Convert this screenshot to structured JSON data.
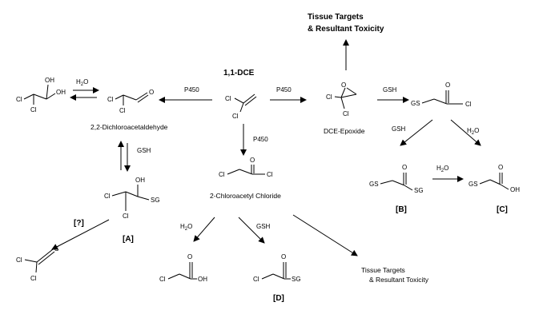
{
  "heading": {
    "line1": "Tissue Targets",
    "line2": "& Resultant Toxicity"
  },
  "compounds": {
    "dce": "1,1-DCE",
    "dichloroacetaldehyde": "2,2-Dichloroacetaldehyde",
    "dce_epoxide": "DCE-Epoxide",
    "chloroacetyl_chloride": "2-Chloroacetyl Chloride"
  },
  "reagents": {
    "p450": "P450",
    "h2o": "H",
    "h2o_sub": "2",
    "h2o_o": "O",
    "gsh": "GSH"
  },
  "atoms": {
    "cl": "Cl",
    "o": "O",
    "oh": "OH",
    "sg": "SG",
    "gs": "GS",
    "s": "S"
  },
  "labels": {
    "a": "[A]",
    "b": "[B]",
    "c": "[C]",
    "d": "[D]",
    "unknown": "[?]"
  },
  "tissue_targets": {
    "line1": "Tissue Targets",
    "line2": "& Resultant Toxicity"
  }
}
